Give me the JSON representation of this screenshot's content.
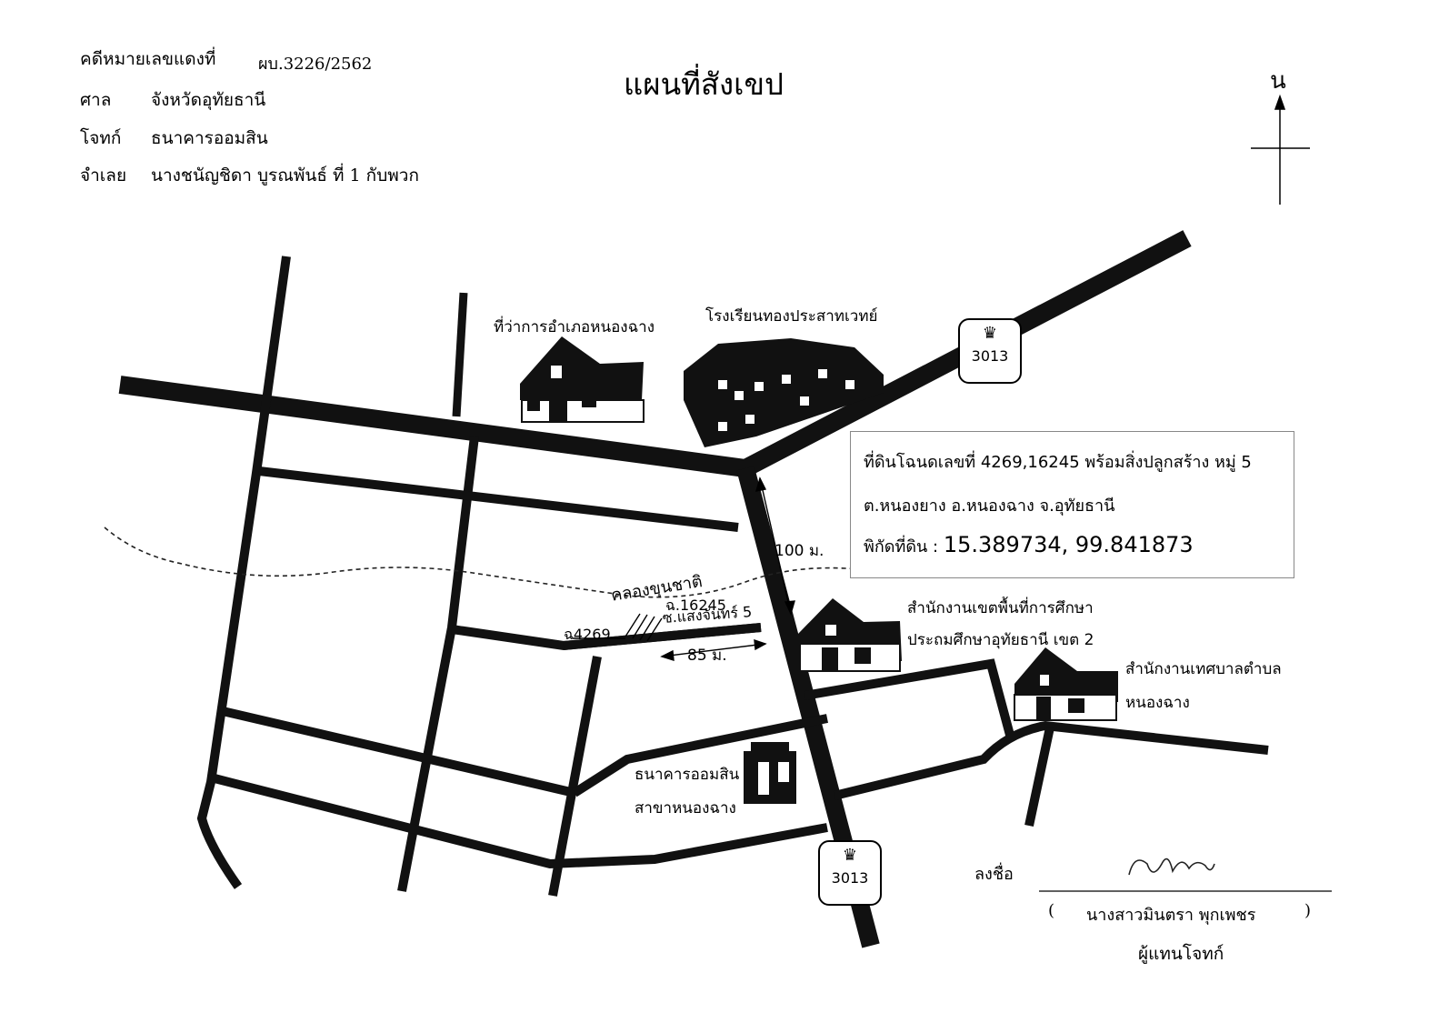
{
  "header": {
    "title": "แผนที่สังเขป",
    "case_label": "คดีหมายเลขแดงที่",
    "case_value": "ผบ.3226/2562",
    "court_label": "ศาล",
    "court_value": "จังหวัดอุทัยธานี",
    "plaintiff_label": "โจทก์",
    "plaintiff_value": "ธนาคารออมสิน",
    "defendant_label": "จำเลย",
    "defendant_value": "นางชนัญชิดา  บูรณพันธ์  ที่ 1 กับพวก"
  },
  "north": {
    "label": "น"
  },
  "landmarks": {
    "district_office": "ที่ว่าการอำเภอหนองฉาง",
    "school": "โรงเรียนทองประสาทเวทย์",
    "edu_office_line1": "สำนักงานเขตพื้นที่การศึกษา",
    "edu_office_line2": "ประถมศึกษาอุทัยธานี เขต 2",
    "municipal_line1": "สำนักงานเทศบาลตำบล",
    "municipal_line2": "หนองฉาง",
    "bank_line1": "ธนาคารออมสิน",
    "bank_line2": "สาขาหนองฉาง"
  },
  "road_labels": {
    "canal": "คลองขุนชาติ",
    "alley": "ซ.แสงจันทร์ 5",
    "deed_a": "ฉ.16245",
    "deed_b": "ฉ4269",
    "dist_100": "100 ม.",
    "dist_85": "85 ม."
  },
  "highway_shields": [
    {
      "icon": "garuda-emblem-icon",
      "number": "3013"
    },
    {
      "icon": "garuda-emblem-icon",
      "number": "3013"
    }
  ],
  "info": {
    "line1": "ที่ดินโฉนดเลขที่ 4269,16245  พร้อมสิ่งปลูกสร้าง หมู่ 5",
    "line2": "ต.หนองยาง    อ.หนองฉาง    จ.อุทัยธานี",
    "coord_label": "พิกัดที่ดิน :",
    "coord_value": "15.389734, 99.841873"
  },
  "signature": {
    "sign_label": "ลงชื่อ",
    "open_paren": "(",
    "name": "นางสาวมินตรา  พุกเพชร",
    "close_paren": ")",
    "role": "ผู้แทนโจทก์"
  }
}
